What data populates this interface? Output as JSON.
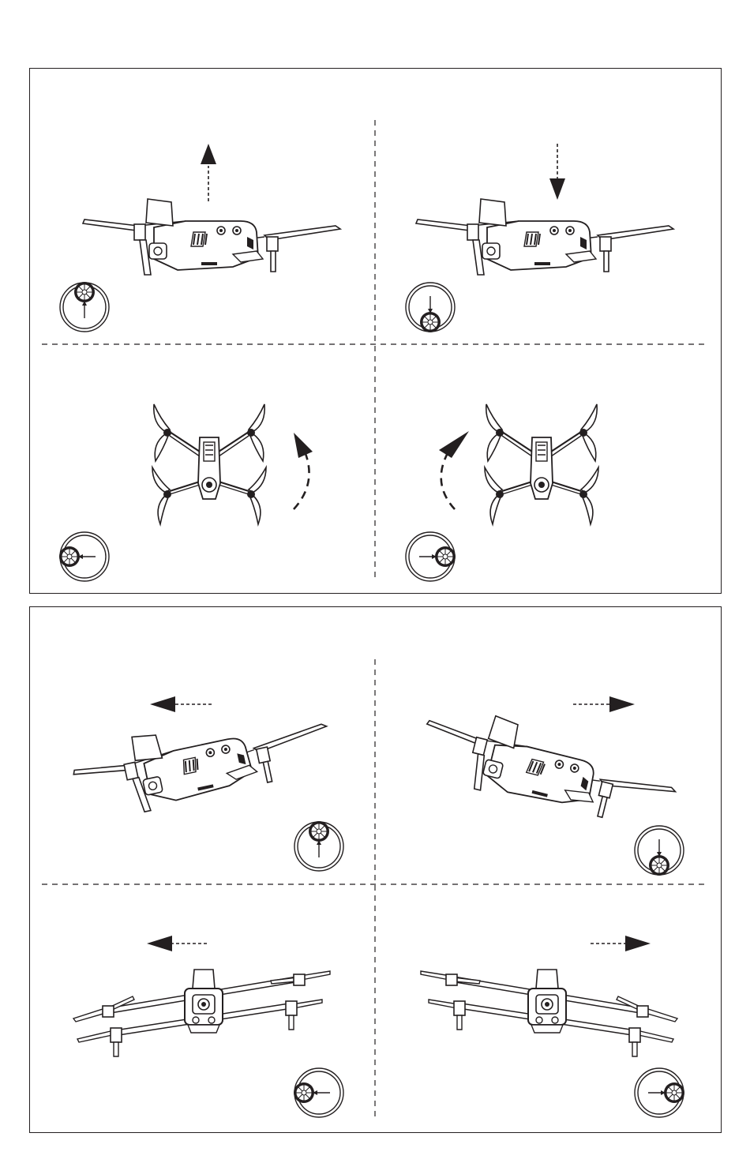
{
  "page": {
    "background": "#ffffff",
    "ink": "#231f20"
  },
  "panels": [
    {
      "id": "panel-top",
      "cells": [
        {
          "id": "ascend",
          "drone_view": "side",
          "motion": "up",
          "stick": {
            "knob": "up",
            "arrow": "up"
          }
        },
        {
          "id": "descend",
          "drone_view": "side",
          "motion": "down",
          "stick": {
            "knob": "down",
            "arrow": "down"
          }
        },
        {
          "id": "rotate-left",
          "drone_view": "top",
          "motion": "rotate-counterclockwise",
          "stick": {
            "knob": "left",
            "arrow": "left"
          }
        },
        {
          "id": "rotate-right",
          "drone_view": "top",
          "motion": "rotate-clockwise",
          "stick": {
            "knob": "right",
            "arrow": "right"
          }
        }
      ]
    },
    {
      "id": "panel-bottom",
      "cells": [
        {
          "id": "pitch-forward",
          "drone_view": "side-tilted-forward",
          "motion": "left",
          "stick": {
            "knob": "up",
            "arrow": "up"
          }
        },
        {
          "id": "pitch-backward",
          "drone_view": "side-tilted-backward",
          "motion": "right",
          "stick": {
            "knob": "down",
            "arrow": "down"
          }
        },
        {
          "id": "roll-left",
          "drone_view": "front-tilted-left",
          "motion": "left",
          "stick": {
            "knob": "left",
            "arrow": "left"
          }
        },
        {
          "id": "roll-right",
          "drone_view": "front-tilted-right",
          "motion": "right",
          "stick": {
            "knob": "right",
            "arrow": "right"
          }
        }
      ]
    }
  ]
}
